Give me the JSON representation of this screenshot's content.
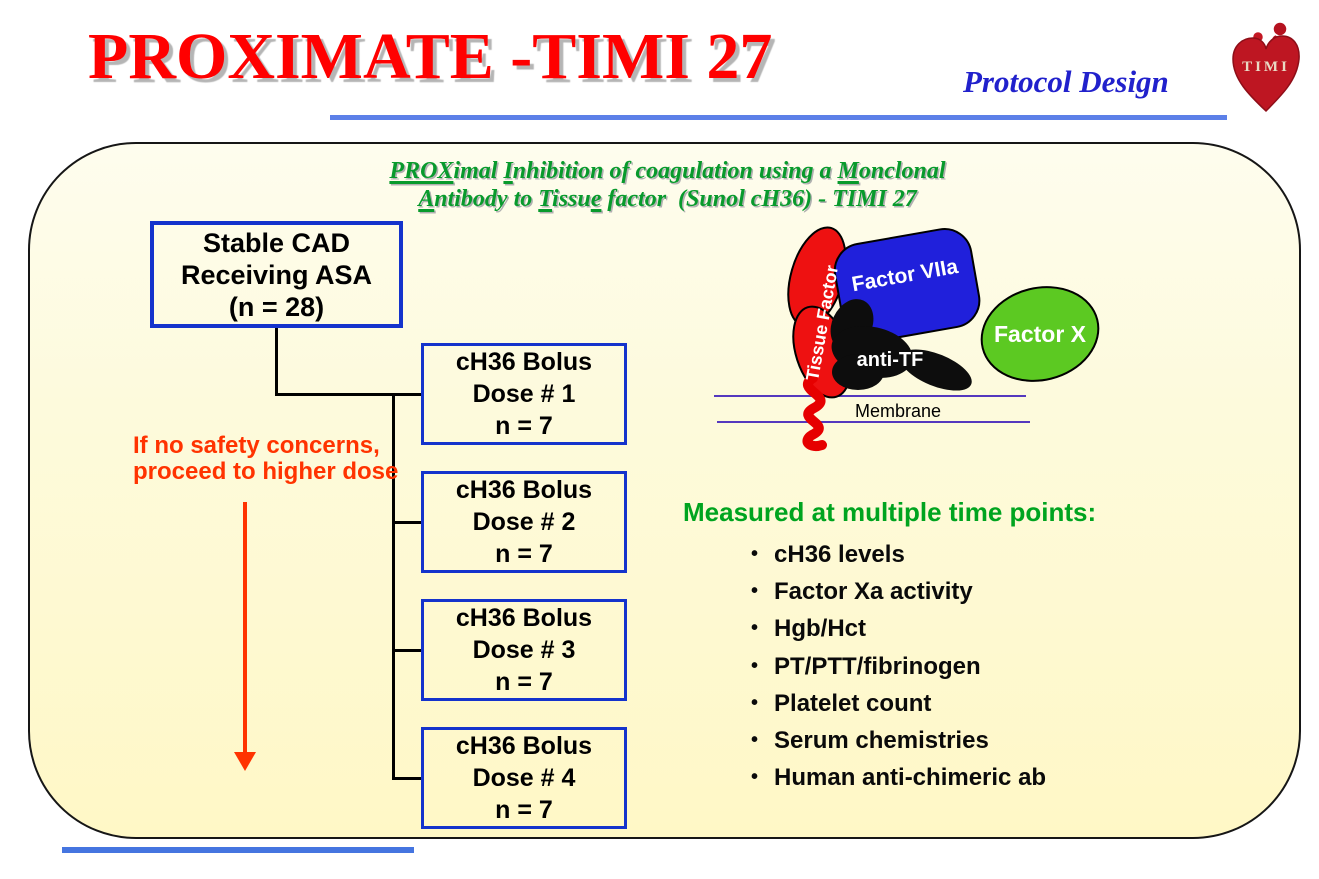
{
  "header": {
    "title": "PROXIMATE -TIMI 27",
    "protocol_design": "Protocol Design",
    "logo_text": "TIMI"
  },
  "study_title": {
    "line1": {
      "seg1": "PROX",
      "seg2": "imal ",
      "seg3": "I",
      "seg4": "nhibition of coagulation using a ",
      "seg5": "M",
      "seg6": "onclonal"
    },
    "line2": {
      "seg1": "A",
      "seg2": "ntibody to ",
      "seg3": "T",
      "seg4": "issu",
      "seg5": "e",
      "seg6": " factor  (Sunol cH36) - TIMI 27"
    }
  },
  "flowchart": {
    "root": {
      "line1": "Stable CAD",
      "line2": "Receiving ASA",
      "line3": "(n = 28)"
    },
    "safety_note_line1": "If no safety concerns,",
    "safety_note_line2": "proceed to higher dose",
    "doses": [
      {
        "line1": "cH36 Bolus",
        "line2": "Dose # 1",
        "line3": "n = 7"
      },
      {
        "line1": "cH36 Bolus",
        "line2": "Dose # 2",
        "line3": "n = 7"
      },
      {
        "line1": "cH36 Bolus",
        "line2": "Dose # 3",
        "line3": "n = 7"
      },
      {
        "line1": "cH36 Bolus",
        "line2": "Dose # 4",
        "line3": "n = 7"
      }
    ]
  },
  "diagram": {
    "tissue_factor": "Tissue Factor",
    "factor_viia": "Factor VIIa",
    "anti_tf": "anti-TF",
    "factor_x": "Factor X",
    "membrane": "Membrane"
  },
  "measurements": {
    "heading": "Measured at multiple time points:",
    "items": [
      "cH36 levels",
      "Factor Xa activity",
      "Hgb/Hct",
      "PT/PTT/fibrinogen",
      "Platelet count",
      "Serum chemistries",
      "Human anti-chimeric ab"
    ]
  },
  "colors": {
    "title_red": "#FF0000",
    "protocol_blue": "#2121CC",
    "rule_blue": "#5C80E8",
    "subtitle_green": "#089A2C",
    "heading_green": "#00A41F",
    "warning_red": "#FF3300",
    "box_border_blue": "#1433CC",
    "panel_cream": "#FFF9C8",
    "factor_viia_blue": "#2020DB",
    "factor_x_green": "#5CC922",
    "tissue_factor_red": "#EE1111",
    "anti_tf_black": "#0D0D0D",
    "membrane_purple": "#5438BE"
  }
}
